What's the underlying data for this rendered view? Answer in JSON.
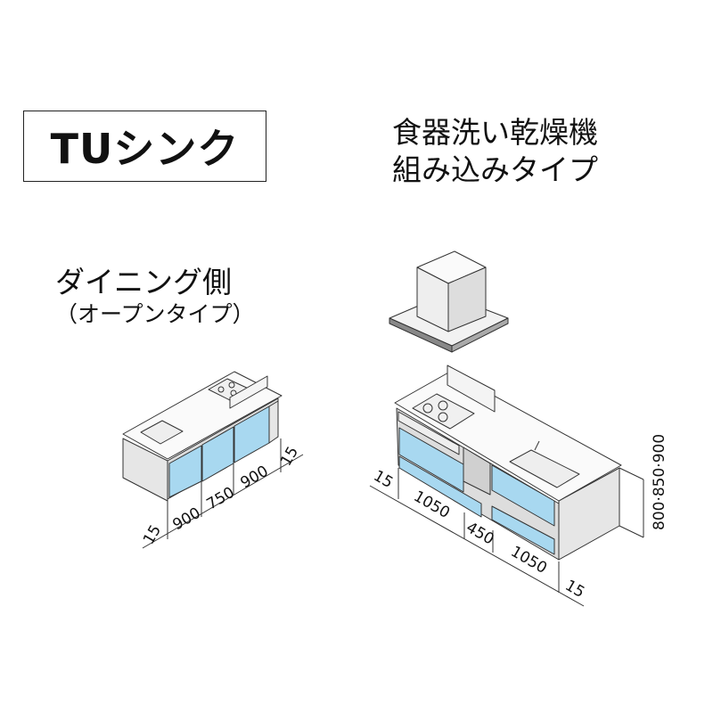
{
  "title": "TUシンク",
  "subtitle_line1": "食器洗い乾燥機",
  "subtitle_line2": "組み込みタイプ",
  "dining_side": {
    "label": "ダイニング側",
    "sublabel": "（オープンタイプ）"
  },
  "dining_dims": [
    "15",
    "900",
    "750",
    "900",
    "15"
  ],
  "kitchen_dims": [
    "15",
    "1050",
    "450",
    "1050",
    "15"
  ],
  "height_dims": "800·850·900",
  "colors": {
    "door": "#a8d8f0",
    "panel": "#e6e6e6",
    "line": "#333333"
  }
}
